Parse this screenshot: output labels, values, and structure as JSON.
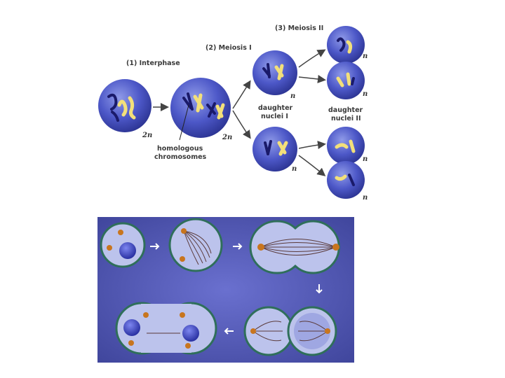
{
  "meiosis_diagram": {
    "stage_labels": {
      "interphase": "(1) Interphase",
      "meiosis_one": "(2) Meiosis I",
      "meiosis_two": "(3) Meiosis II"
    },
    "ploidy_labels": {
      "interphase_cell": "2n",
      "meiosis_one_cell": "2n",
      "daughter_one_top": "n",
      "daughter_one_bottom": "n",
      "daughter_two_1": "n",
      "daughter_two_2": "n",
      "daughter_two_3": "n",
      "daughter_two_4": "n"
    },
    "callouts": {
      "homologous_line1": "homologous",
      "homologous_line2": "chromosomes",
      "daughter_one_line1": "daughter",
      "daughter_one_line2": "nuclei I",
      "daughter_two_line1": "daughter",
      "daughter_two_line2": "nuclei II"
    }
  },
  "mitosis_diagram": {
    "colors": {
      "background": "#4a4fb0",
      "cell_fill": "#bcc3ec",
      "cell_outline": "#2f6f5a",
      "spindle": "#5a3a3a",
      "centrosome": "#c8751e",
      "nucleus": "#3a3fc0",
      "arrow": "#ffffff"
    }
  }
}
